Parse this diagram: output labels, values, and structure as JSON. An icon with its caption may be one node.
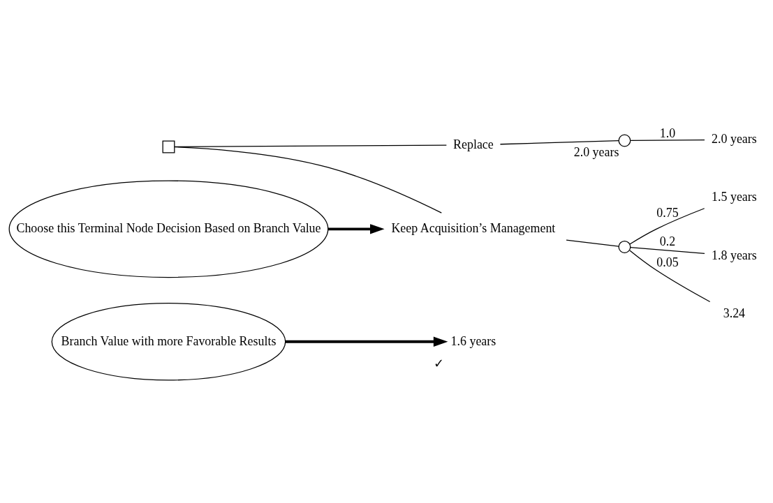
{
  "diagram": {
    "nodes": [
      {
        "text": [
          "Branch Value with more Favorable Results"
        ]
      },
      {
        "text": [
          "1.6 years"
        ],
        "beside": [
          "✓"
        ]
      },
      {
        "text": [],
        "shape": "circle"
      },
      {
        "text": [
          "1.5 years"
        ]
      },
      {
        "text": [
          "1.8 years"
        ]
      },
      {
        "text": [
          "3.24"
        ]
      },
      {
        "text": [
          "Keep Acquisition’s Management"
        ]
      },
      {
        "text": [],
        "shape": "box"
      },
      {
        "text": [
          "Replace"
        ]
      },
      {
        "text": [],
        "shape": "circle",
        "beside": [
          "2.0 years"
        ]
      },
      {
        "text": [
          "2.0 years"
        ]
      },
      {
        "text": [
          "Choose this Terminal Node Decision Based on Branch Value"
        ]
      }
    ],
    "edges": [
      {
        "from": 0,
        "to": 1,
        "arrow": "to",
        "style": "thick"
      },
      {
        "from": 11,
        "to": 6,
        "arrow": "to",
        "style": "thick"
      },
      {
        "from": 7,
        "to": 6,
        "arrow": "none"
      },
      {
        "from": 6,
        "to": 2,
        "arrow": "none"
      },
      {
        "from": 2,
        "to": 3,
        "arrow": "none",
        "label": "0.75"
      },
      {
        "from": 2,
        "to": 4,
        "arrow": "none",
        "label": "0.2"
      },
      {
        "from": 2,
        "to": 5,
        "arrow": "none",
        "label": "0.05"
      },
      {
        "from": 7,
        "to": 8,
        "arrow": "none"
      },
      {
        "from": 8,
        "to": 9,
        "arrow": "none"
      },
      {
        "from": 9,
        "to": 10,
        "arrow": "none",
        "label": "1.0"
      }
    ]
  }
}
